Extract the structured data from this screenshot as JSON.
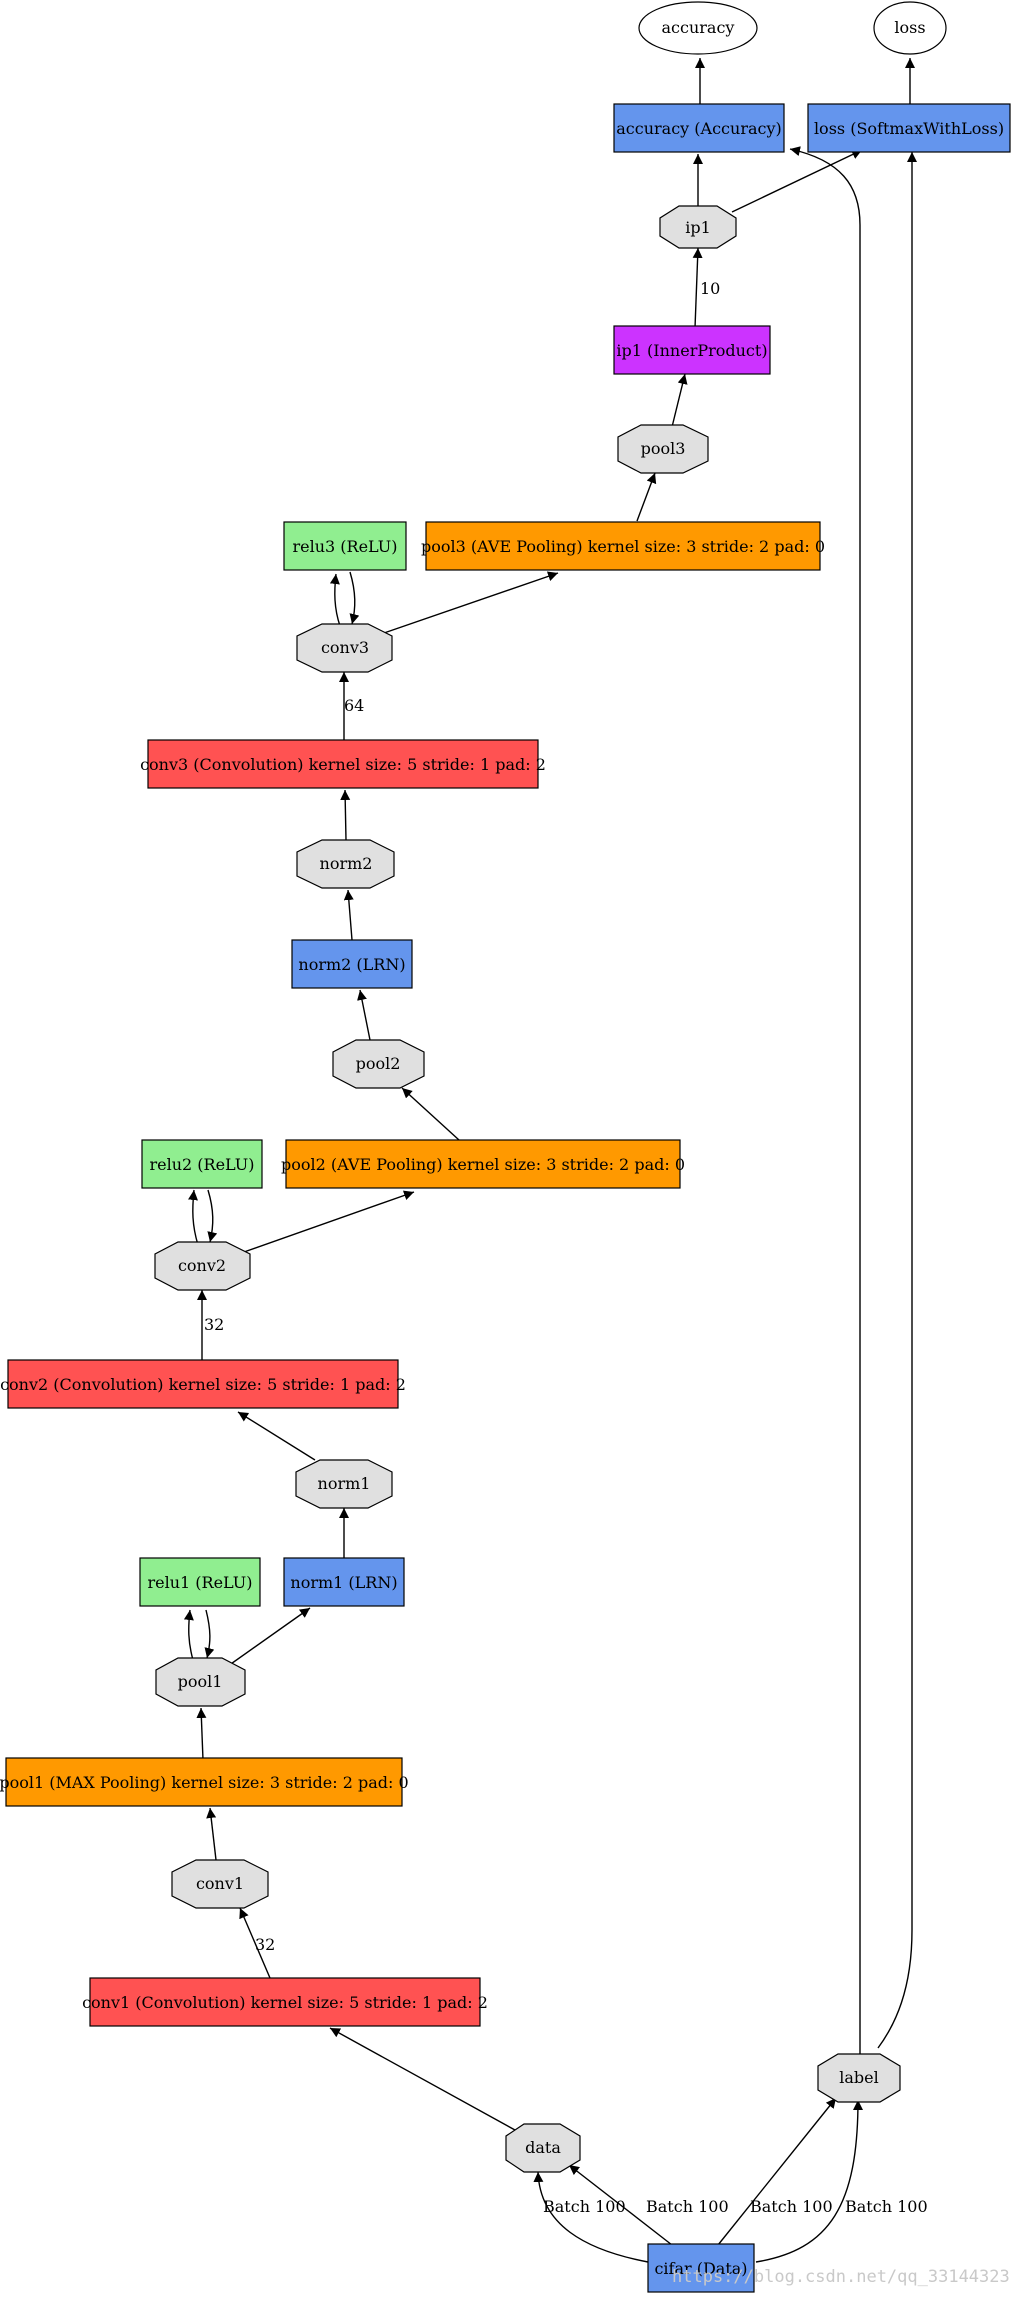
{
  "colors": {
    "convolution": "#ff5252",
    "pooling": "#ff9900",
    "relu": "#90ee90",
    "lrn": "#6495ed",
    "data": "#6495ed",
    "innerproduct": "#cc33ff",
    "accuracy": "#6495ed",
    "loss": "#6495ed",
    "blob": "#e0e0e0",
    "output": "#ffffff"
  },
  "nodes": {
    "accuracy_out": "accuracy",
    "loss_out": "loss",
    "accuracy_layer": "accuracy (Accuracy)",
    "loss_layer": "loss (SoftmaxWithLoss)",
    "ip1_blob": "ip1",
    "ip1_layer": "ip1 (InnerProduct)",
    "pool3_blob": "pool3",
    "relu3_layer": "relu3 (ReLU)",
    "pool3_layer": "pool3 (AVE Pooling) kernel size: 3 stride: 2 pad: 0",
    "conv3_blob": "conv3",
    "conv3_layer": "conv3 (Convolution) kernel size: 5 stride: 1 pad: 2",
    "norm2_blob": "norm2",
    "norm2_layer": "norm2 (LRN)",
    "pool2_blob": "pool2",
    "relu2_layer": "relu2 (ReLU)",
    "pool2_layer": "pool2 (AVE Pooling) kernel size: 3 stride: 2 pad: 0",
    "conv2_blob": "conv2",
    "conv2_layer": "conv2 (Convolution) kernel size: 5 stride: 1 pad: 2",
    "norm1_blob": "norm1",
    "relu1_layer": "relu1 (ReLU)",
    "norm1_layer": "norm1 (LRN)",
    "pool1_blob": "pool1",
    "pool1_layer": "pool1 (MAX Pooling) kernel size: 3 stride: 2 pad: 0",
    "conv1_blob": "conv1",
    "conv1_layer": "conv1 (Convolution) kernel size: 5 stride: 1 pad: 2",
    "label_blob": "label",
    "data_blob": "data",
    "cifar_layer": "cifar (Data)"
  },
  "edge_labels": {
    "ip1_out": "10",
    "conv3_out": "64",
    "conv2_out": "32",
    "conv1_out": "32",
    "cifar_to_data_left": "Batch 100",
    "cifar_to_data_right": "Batch 100",
    "cifar_to_label_left": "Batch 100",
    "cifar_to_label_right": "Batch 100"
  },
  "watermark": "https://blog.csdn.net/qq_33144323"
}
